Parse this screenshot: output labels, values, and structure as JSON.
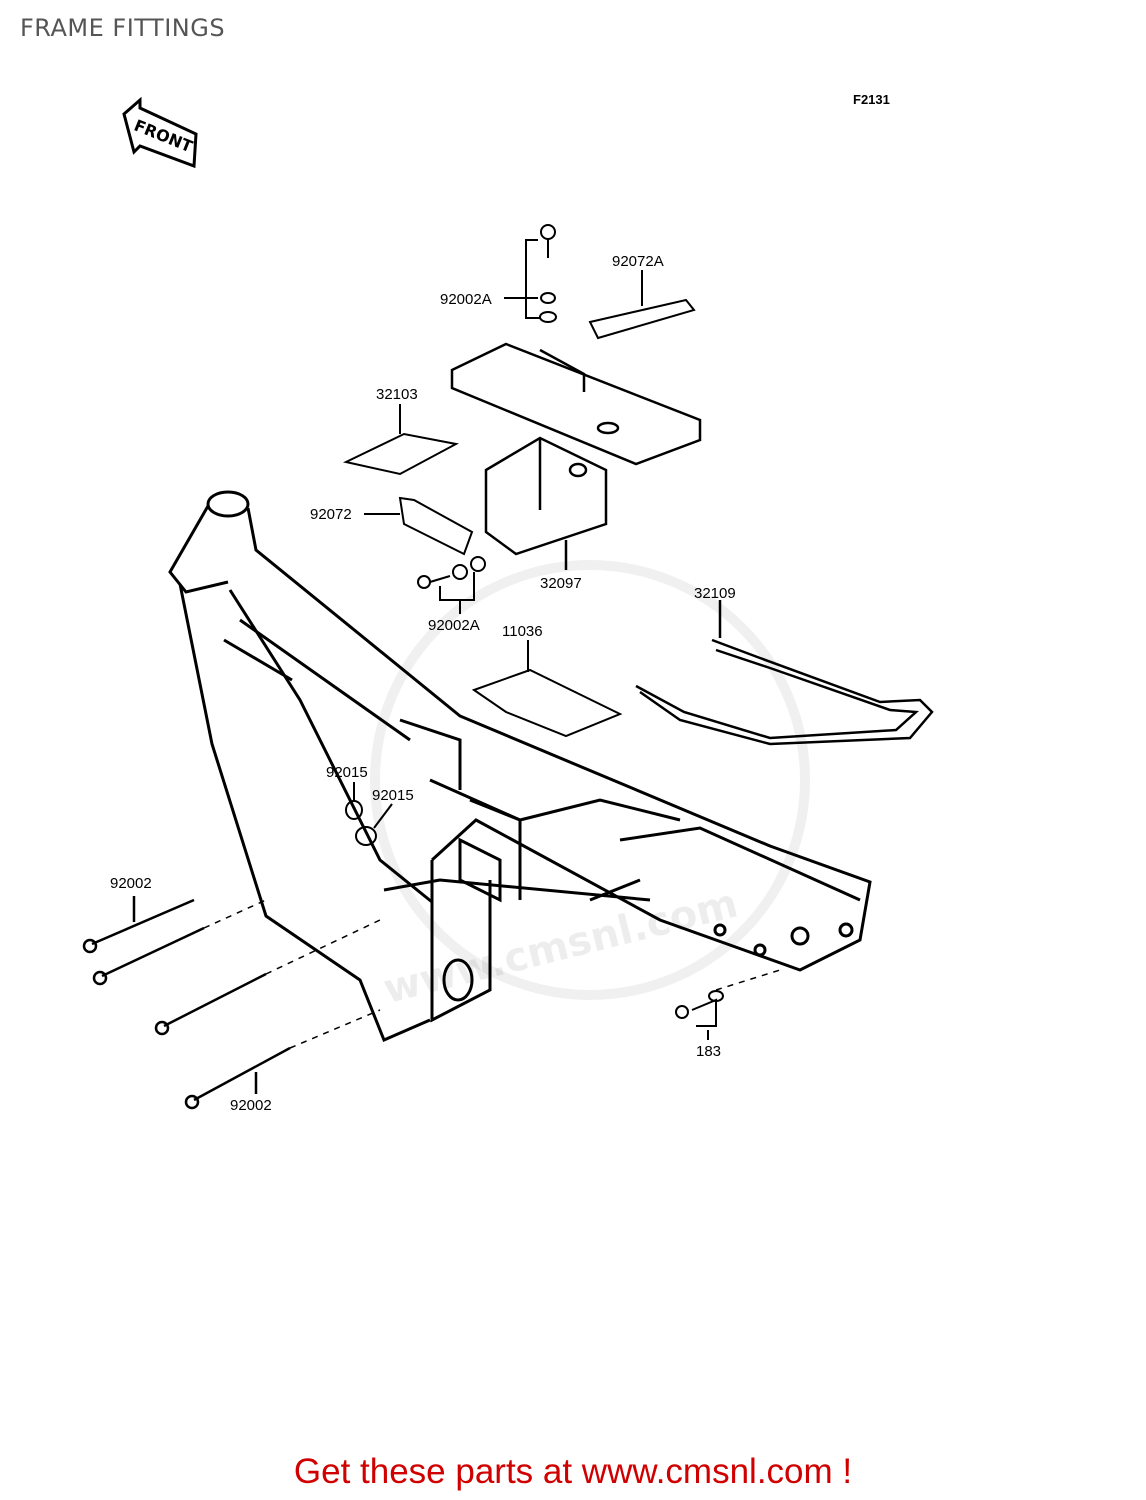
{
  "page": {
    "title": "FRAME FITTINGS",
    "diagram_code": "F2131",
    "front_label": "FRONT",
    "footer": "Get these parts at www.cmsnl.com !"
  },
  "labels": {
    "p92002A_top": "92002A",
    "p92072A": "92072A",
    "p32103": "32103",
    "p92072": "92072",
    "p32097": "32097",
    "p92002A_mid": "92002A",
    "p32109": "32109",
    "p11036": "11036",
    "p92015_a": "92015",
    "p92015_b": "92015",
    "p92002_top": "92002",
    "p92002_bottom": "92002",
    "p183": "183"
  },
  "watermark": "www.cmsnl.com"
}
